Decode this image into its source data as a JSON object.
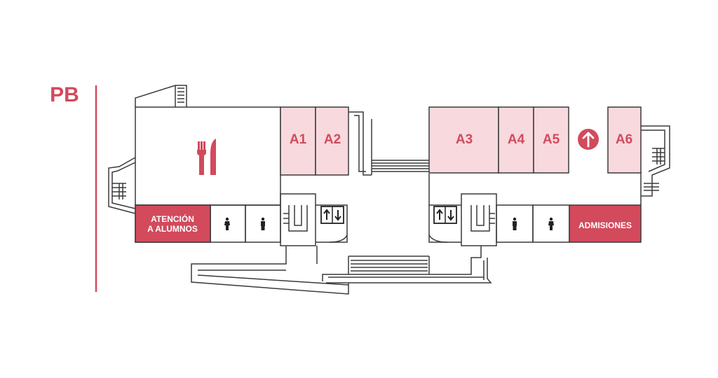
{
  "floor": {
    "label": "PB"
  },
  "colors": {
    "accent": "#d24a5c",
    "room_fill": "#f7d9de",
    "line": "#3a3a3a"
  },
  "rooms": {
    "a1": "A1",
    "a2": "A2",
    "a3": "A3",
    "a4": "A4",
    "a5": "A5",
    "a6": "A6",
    "atencion_line1": "ATENCIÓN",
    "atencion_line2": "A ALUMNOS",
    "admisiones": "ADMISIONES"
  },
  "icons": {
    "cafeteria": "fork-knife-icon",
    "restroom": "person-icon",
    "elevator": "elevator-icon",
    "direction": "up-arrow-icon"
  }
}
